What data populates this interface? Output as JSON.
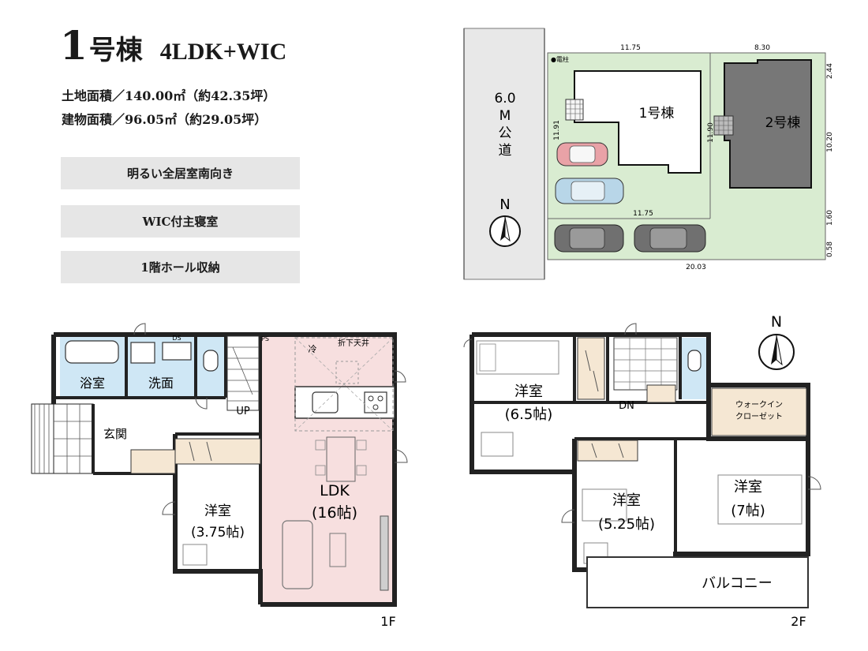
{
  "header": {
    "number": "1",
    "building": "号棟",
    "plan_type": "4LDK+WIC",
    "land_area": "土地面積／140.00㎡（約42.35坪）",
    "building_area": "建物面積／96.05㎡（約29.05坪）"
  },
  "features": [
    "明るい全居室南向き",
    "WIC付主寝室",
    "1階ホール収納"
  ],
  "site_plan": {
    "road_width": "6.0",
    "road_unit": "M",
    "road_label_1": "公",
    "road_label_2": "道",
    "pole_label": "●電柱",
    "building_1": "1号棟",
    "building_2": "2号棟",
    "dim_top_1": "11.75",
    "dim_top_2": "8.30",
    "dim_mid": "11.75",
    "dim_bottom": "20.03",
    "dim_left": "11.91",
    "dim_center": "11.90",
    "dim_right_1": "2.44",
    "dim_right_2": "10.20",
    "dim_right_3": "1.60",
    "dim_right_4": "0.58",
    "north": "N"
  },
  "floor1": {
    "label": "1F",
    "bath": "浴室",
    "wash": "洗面",
    "entrance": "玄関",
    "up": "UP",
    "ds": "DS",
    "ps": "PS",
    "fridge": "冷",
    "ceiling": "折下天井",
    "room": "洋室",
    "room_size": "(3.75帖)",
    "ldk": "LDK",
    "ldk_size": "(16帖)"
  },
  "floor2": {
    "label": "2F",
    "north": "N",
    "room_a": "洋室",
    "room_a_size": "(6.5帖)",
    "room_b": "洋室",
    "room_b_size": "(5.25帖)",
    "room_c": "洋室",
    "room_c_size": "(7帖)",
    "dn": "DN",
    "wic_1": "ウォークイン",
    "wic_2": "クローゼット",
    "balcony": "バルコニー"
  }
}
